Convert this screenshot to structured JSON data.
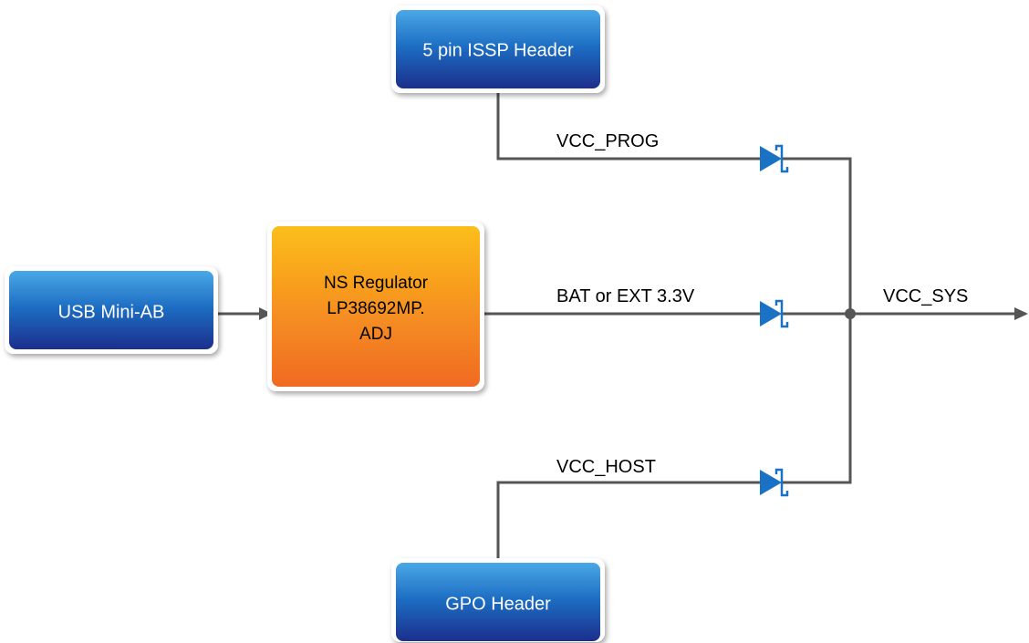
{
  "blocks": {
    "isp_header": "5 pin ISSP Header",
    "usb": "USB Mini-AB",
    "regulator": [
      "NS Regulator",
      "LP38692MP.",
      "ADJ"
    ],
    "gpo_header": "GPO Header"
  },
  "nets": {
    "prog": "VCC_PROG",
    "bat": "BAT or EXT 3.3V",
    "host": "VCC_HOST",
    "sys": "VCC_SYS"
  },
  "colors": {
    "blue_top": "#4aa8e6",
    "blue_bottom": "#1d2f8c",
    "orange_top": "#fcbe1a",
    "orange_bottom": "#f06a20",
    "diode": "#1a72c4",
    "wire": "#555555"
  }
}
